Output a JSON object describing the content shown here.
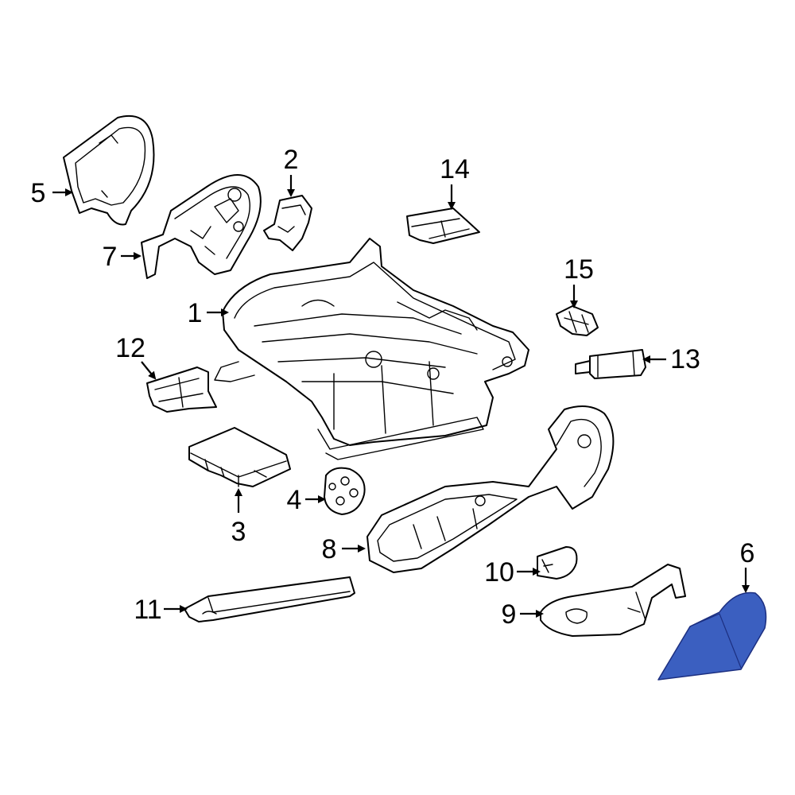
{
  "callouts": [
    {
      "id": "1",
      "label": "1"
    },
    {
      "id": "2",
      "label": "2"
    },
    {
      "id": "3",
      "label": "3"
    },
    {
      "id": "4",
      "label": "4"
    },
    {
      "id": "5",
      "label": "5"
    },
    {
      "id": "6",
      "label": "6"
    },
    {
      "id": "7",
      "label": "7"
    },
    {
      "id": "8",
      "label": "8"
    },
    {
      "id": "9",
      "label": "9"
    },
    {
      "id": "10",
      "label": "10"
    },
    {
      "id": "11",
      "label": "11"
    },
    {
      "id": "12",
      "label": "12"
    },
    {
      "id": "13",
      "label": "13"
    },
    {
      "id": "14",
      "label": "14"
    },
    {
      "id": "15",
      "label": "15"
    }
  ],
  "highlighted_part": "6",
  "colors": {
    "highlight_fill": "#3b5fc0",
    "highlight_stroke": "#1c2f80",
    "line": "#000000",
    "background": "#ffffff"
  }
}
